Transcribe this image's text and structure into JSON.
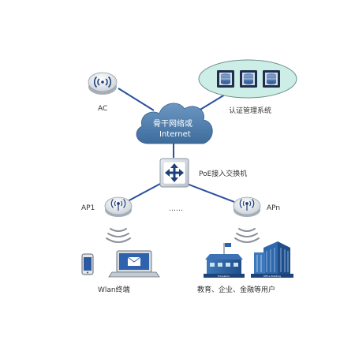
{
  "nodes": {
    "ac": {
      "label": "AC"
    },
    "auth": {
      "label": "认证管理系统"
    },
    "cloud": {
      "line1": "骨干网络或",
      "line2": "Internet"
    },
    "poe": {
      "label": "PoE接入交换机"
    },
    "ap1": {
      "label": "AP1"
    },
    "apn": {
      "label": "APn"
    },
    "dots": {
      "label": "……"
    },
    "wlan": {
      "label": "Wlan终端"
    },
    "users": {
      "label": "教育、企业、金融等用户"
    }
  },
  "buildings": {
    "education": "Education",
    "office": "Office Building"
  },
  "colors": {
    "link": "#2b4f9e",
    "cloud": "#4f7fb0",
    "auth_oval": "#cdeee6",
    "device": "#dfe3e8",
    "signal": "#8a9199"
  }
}
